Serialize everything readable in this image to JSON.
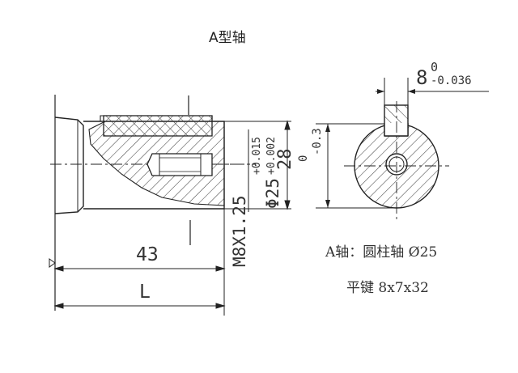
{
  "title": "A型轴",
  "dims": {
    "key_width": "8",
    "key_width_upper": "0",
    "key_width_lower": "-0.036",
    "key_height": "28",
    "key_height_upper": "0",
    "key_height_lower": "-0.3",
    "diameter": "Φ25",
    "diameter_tol_upper": "+0.015",
    "diameter_tol_lower": "+0.002",
    "thread": "M8X1.25",
    "length_43": "43",
    "length_L": "L"
  },
  "notes": {
    "shaft": "A轴：圆柱轴 Ø25",
    "key": "平键 8x7x32"
  }
}
